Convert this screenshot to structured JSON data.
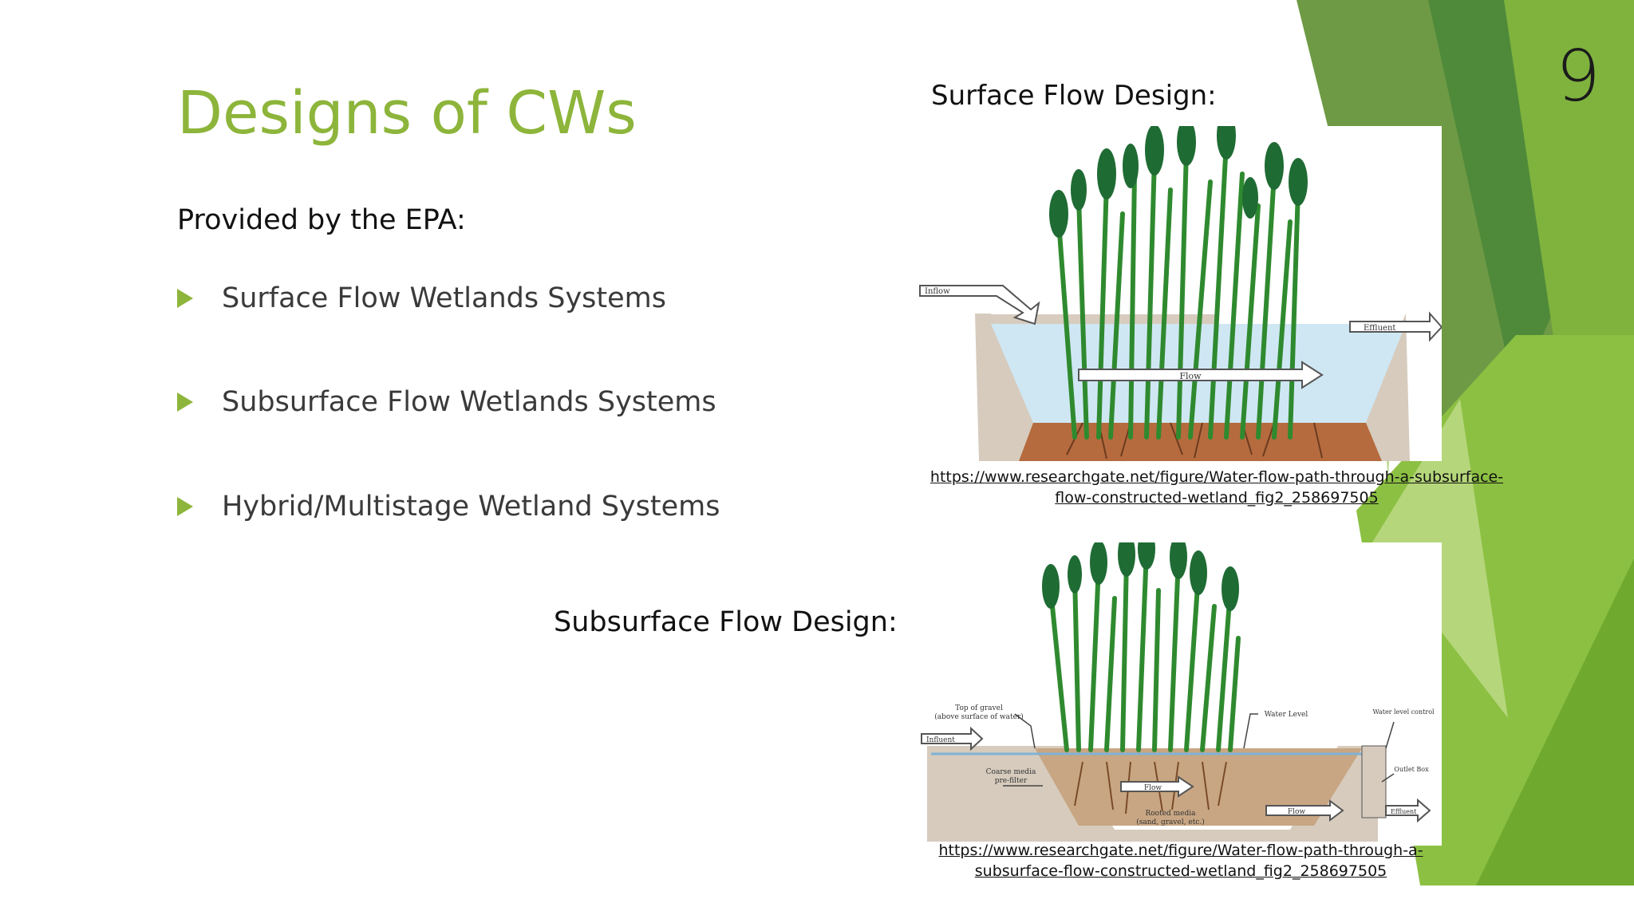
{
  "slide": {
    "number": "9",
    "title": "Designs of CWs",
    "intro": "Provided by the EPA:",
    "bullets": [
      {
        "label": "Surface Flow Wetlands Systems"
      },
      {
        "label": "Subsurface Flow Wetlands Systems"
      },
      {
        "label": "Hybrid/Multistage Wetland Systems"
      }
    ],
    "accent_color": "#8db53b"
  },
  "figures": {
    "surface": {
      "heading": "Surface Flow Design:",
      "labels": {
        "inflow": "Inflow",
        "effluent": "Effluent",
        "flow": "Flow"
      },
      "caption_line1": "https://www.researchgate.net/figure/Water-flow-path-through-a-subsurface-",
      "caption_line2": "flow-constructed-wetland_fig2_258697505"
    },
    "subsurface": {
      "heading": "Subsurface Flow Design:",
      "labels": {
        "top_gravel_1": "Top of gravel",
        "top_gravel_2": "(above surface of water)",
        "water_level": "Water Level",
        "influent": "Influent",
        "coarse_1": "Coarse media",
        "coarse_2": "pre-filter",
        "flow_inner": "Flow",
        "flow_outer": "Flow",
        "rooted_1": "Rooted media",
        "rooted_2": "(sand, gravel, etc.)",
        "water_level_control": "Water level control",
        "outlet_box": "Outlet Box",
        "effluent": "Effluent"
      },
      "caption_line1": "https://www.researchgate.net/figure/Water-flow-path-through-a-",
      "caption_line2": "subsurface-flow-constructed-wetland_fig2_258697505"
    }
  }
}
